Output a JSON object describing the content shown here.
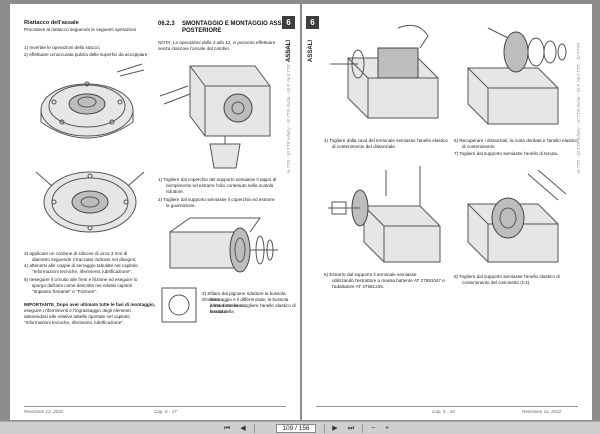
{
  "left_page": {
    "col1": {
      "title": "Riattacco dell'assale",
      "subtitle": "Procedere al riattacco seguendo le seguenti operazioni",
      "step1": "1)   Invertire le operazioni dello stacco;",
      "step2": "2)   effettuare un'accurata pulizia delle superfici da accoppiare;",
      "step3_a": "3)        applicare un cordone di silicone di circa 3 mm di",
      "step3_b": "diametro seguendo il tracciato indicato nel disegno;",
      "step4_a": "4)   attenersi alle coppie di serraggio tabulate nel capitolo",
      "step4_b": "\"Informazioni tecniche, riferimenti, lubrificazione\".",
      "step5_a": "5)   rieseguire il circuito alle freni e frizione ed eseguire lo",
      "step5_b": "spurgo dell'aria come descritto nei relativi capitoli",
      "step5_c": "\"Impianto frenante\" e \"Frizione\".",
      "important_a": "IMPORTANTE_Dopo aver ultimato tutte le fasi di montaggio,",
      "important_b": "eseguire i rifornimenti e l'ingrassaggio degli elementi",
      "important_c": "attenendosi alle relative tabelle riportate nel capitolo",
      "important_d": "\"Informazioni tecniche, riferimenti, lubrificazione\"."
    },
    "col2": {
      "section_number": "06.2.3",
      "section_title_a": "SMONTAGGIO E MONTAGGIO ASSALE",
      "section_title_b": "POSTERIORE",
      "nota_a": "NOTA_Le operazioni dalla 4 alla 12, si possono effettuare",
      "nota_b": "senza staccare l'assale dal cambio.",
      "step1_a": "1)   Togliere dal coperchio del supporto semiasse il tappo di",
      "step1_b": "riempimento ed estrarre l'olio contenuto nella scatola",
      "step1_c": "riduttore.",
      "step2_a": "2)   Togliere dal supporto semiasse il coperchio ed estrarre",
      "step2_b": "la guarnizione.",
      "step3_a": "3)   Sfilare dal pignone riduttore la bussola d'innesto -",
      "step3_b": "bloccaggio e il differenziale, la bussola porta disco freno,",
      "step3_c": "il freno stesso e togliere l'anello elastico di tenuta della",
      "step3_d": "bussola."
    },
    "sidebar": "ASSALI",
    "tab": "6",
    "vertical_note": "AI-TTR - 10 TTR Infinity - 10 TTR Ibrida - 10 P Yard TTR - 10 PTTR",
    "footer_left": "Revisione 12, 2022",
    "footer_right": "Cap. 6 - 17"
  },
  "right_page": {
    "tab": "6",
    "sidebar": "ASSALI",
    "vertical_note": "AI-TTR - 10 TTR Infinity - 10 TTR Ibrida - 10 P Yard TTR - 10 PTTR",
    "step4_a": "4)   Togliere dalla cava del terminale semiasse l'anello elastico",
    "step4_b": "di contenimento del distanziale.",
    "step5_a": "5)        Estrarre dal supporto il terminale semiasse",
    "step5_b": "utilizzando l'estrattore a massa battente AT 27881047 e",
    "step5_c": "l'adattatore AT 37581235.",
    "step6_a": "6)   Recuperare i distanziali, la ruota dentata e l'anello elastico",
    "step6_b": "di contenimento.",
    "step7": "7)   Togliere dal supporto semiasse l'anello di tenuta.",
    "step8_a": "8)   Togliere dal supporto semiasse l'anello elastico di",
    "step8_b": "contenimento del cuscinetto (C4).",
    "footer_left": "Cap. 6 - 18",
    "footer_right": "Revisione 12, 2022"
  },
  "toolbar": {
    "page_value": "109 / 156",
    "first_icon": "⏮",
    "prev_icon": "◀",
    "next_icon": "▶",
    "last_icon": "⏭",
    "zoom_out_icon": "−",
    "zoom_in_icon": "+"
  }
}
